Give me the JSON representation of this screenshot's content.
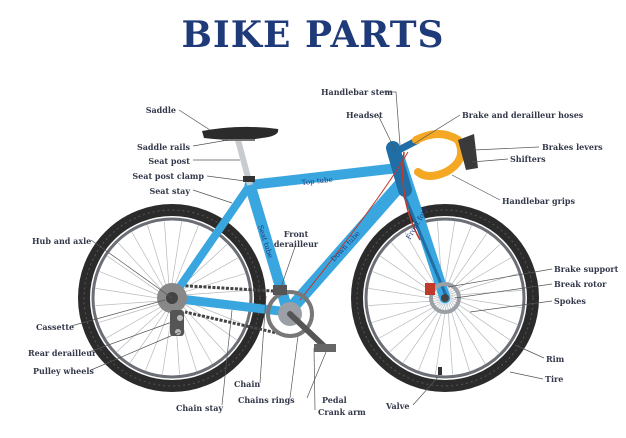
{
  "title": "BIKE PARTS",
  "labels": {
    "saddle": "Saddle",
    "saddle_rails": "Saddle rails",
    "seat_post": "Seat post",
    "seat_post_clamp": "Seat post clamp",
    "seat_stay": "Seat stay",
    "hub_and_axle": "Hub and axle",
    "cassette": "Cassette",
    "rear_derailleur": "Rear derailleur",
    "pulley_wheels": "Pulley wheels",
    "chain_stay": "Chain stay",
    "chain": "Chain",
    "chains_rings": "Chains rings",
    "pedal": "Pedal",
    "crank_arm": "Crank arm",
    "valve": "Valve",
    "front_derailleur_1": "Front",
    "front_derailleur_2": "derailleur",
    "handlebar_stem": "Handlebar stem",
    "headset": "Headset",
    "brake_derailleur_hoses": "Brake and derailleur hoses",
    "brakes_levers": "Brakes levers",
    "shifters": "Shifters",
    "handlebar_grips": "Handlebar grips",
    "brake_support": "Brake support",
    "break_rotor": "Break rotor",
    "spokes": "Spokes",
    "rim": "Rim",
    "tire": "Tire"
  },
  "frame_labels": {
    "top_tube": "Top tube",
    "seat_tube": "Seat tube",
    "down_tube": "Down tube",
    "front_fork": "Front fork"
  },
  "colors": {
    "frame": "#3aa6df",
    "frame_dark": "#1f6fa6",
    "title": "#1f3a78",
    "tire": "#2b2b2b",
    "grip": "#f4a823",
    "metal": "#9aa0a6"
  }
}
